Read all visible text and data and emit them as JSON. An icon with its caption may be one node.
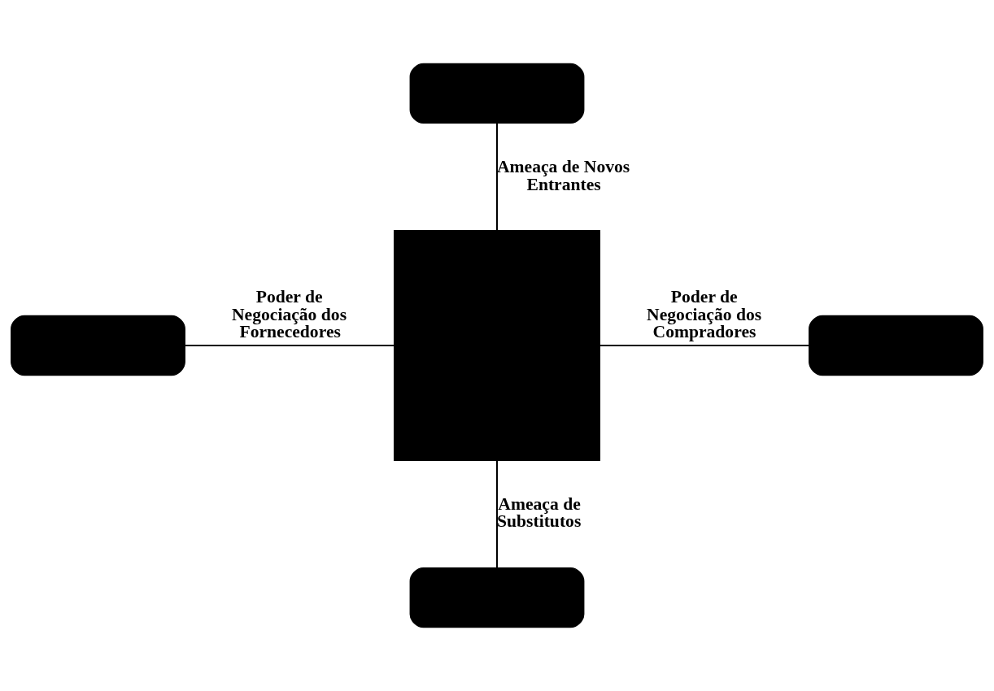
{
  "diagram": {
    "nodes": [
      {
        "text": [],
        "shape": "box"
      },
      {
        "text": [],
        "shape": "box"
      },
      {
        "text": [],
        "shape": "box"
      },
      {
        "text": [],
        "shape": "box"
      },
      {
        "text": [],
        "shape": "box"
      }
    ],
    "edges": [
      {
        "from": 0,
        "to": 2,
        "arrow": "none",
        "label": "Ameaça de Novos Entrantes"
      },
      {
        "from": 1,
        "to": 2,
        "arrow": "none",
        "label": "Poder de Negociação dos Fornecedores"
      },
      {
        "from": 2,
        "to": 3,
        "arrow": "none",
        "label": "Poder de Negociação dos Compradores"
      },
      {
        "from": 2,
        "to": 4,
        "arrow": "none",
        "label": "Ameaça de Substitutos"
      }
    ]
  }
}
